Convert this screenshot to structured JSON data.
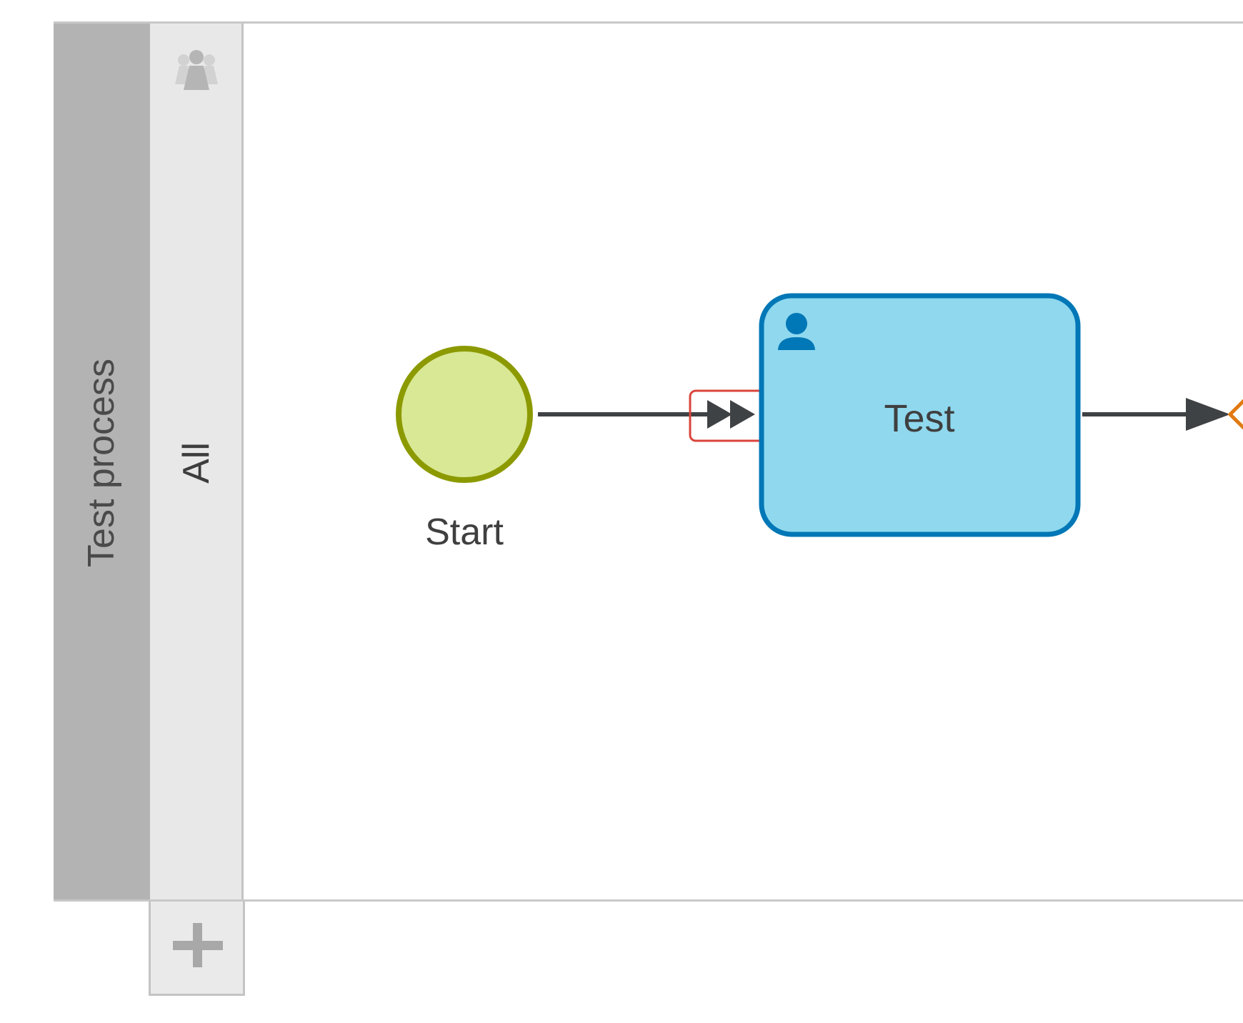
{
  "pool": {
    "title": "Test process"
  },
  "lane": {
    "title": "All",
    "icon": "users-icon",
    "add_icon": "plus-icon"
  },
  "nodes": {
    "start_event": {
      "label": "Start",
      "fill": "#d9e895",
      "stroke": "#8c9a00"
    },
    "task": {
      "label": "Test",
      "type": "user-task",
      "icon": "user-icon",
      "fill": "#8fd8ee",
      "stroke": "#0077b6"
    },
    "gateway": {
      "stroke": "#e07a10"
    }
  },
  "flows": {
    "color": "#3f4245",
    "highlight_color": "#d9443a"
  }
}
